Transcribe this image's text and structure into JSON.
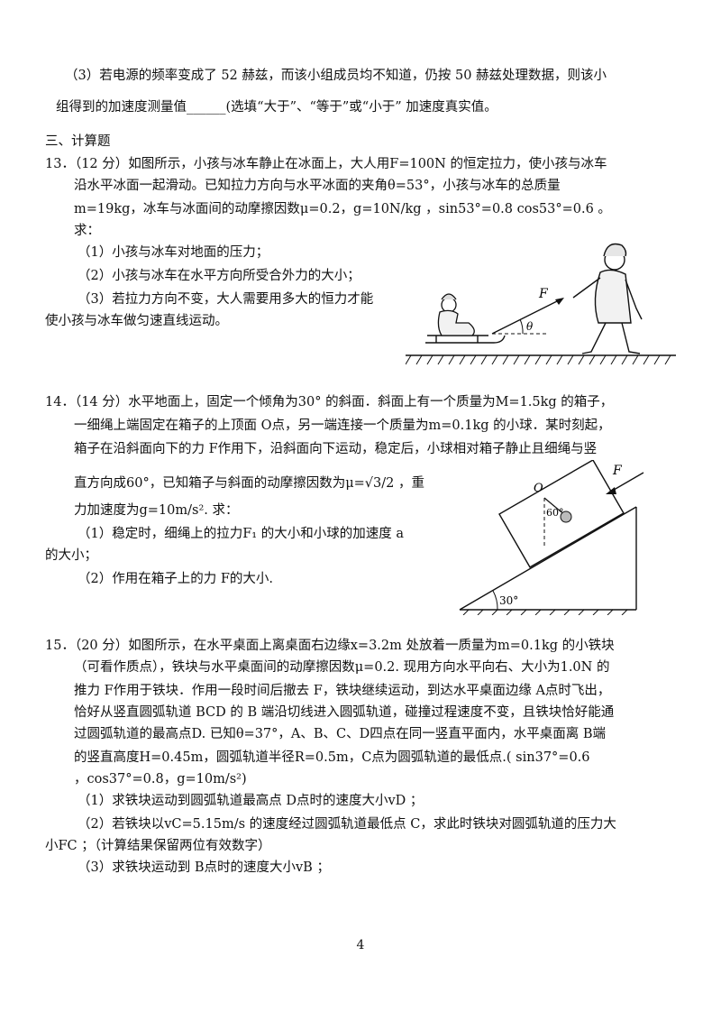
{
  "q12_3": {
    "l1": "（3）若电源的频率变成了 52 赫兹，而该小组成员均不知道，仍按 50 赫兹处理数据，则该小",
    "l2": "组得到的加速度测量值______(选填“大于”、“等于”或“小于”  加速度真实值。"
  },
  "section_title": "三、计算题",
  "q13": {
    "lines": [
      "13．（12 分）如图所示，小孩与冰车静止在冰面上，大人用F=100N 的恒定拉力，使小孩与冰车",
      "沿水平冰面一起滑动。已知拉力方向与水平冰面的夹角θ=53°，小孩与冰车的总质量",
      "m=19kg，冰车与冰面间的动摩擦因数μ=0.2，g=10N/kg ，sin53°=0.8  cos53°=0.6  。",
      "求：",
      "（1）小孩与冰车对地面的压力；",
      "（2）小孩与冰车在水平方向所受合外力的大小；",
      "（3）若拉力方向不变，大人需要用多大的恒力才能",
      "使小孩与冰车做匀速直线运动。"
    ],
    "figure": {
      "force_label": "F",
      "angle_label": "θ"
    }
  },
  "q14": {
    "lines": [
      "14．（14 分）水平地面上，固定一个倾角为30° 的斜面．斜面上有一个质量为M=1.5kg 的箱子，",
      "一细绳上端固定在箱子的上顶面 O点，另一端连接一个质量为m=0.1kg 的小球．某时刻起，",
      "箱子在沿斜面向下的力 F作用下，沿斜面向下运动，稳定后，小球相对箱子静止且细绳与竖",
      "直方向成60°，已知箱子与斜面的动摩擦因数为μ=√3/2 ，重",
      "力加速度为g=10m/s². 求：",
      "（1）稳定时，细绳上的拉力F₁ 的大小和小球的加速度 a",
      "的大小；",
      "（2）作用在箱子上的力 F的大小."
    ],
    "figure": {
      "o_label": "O",
      "force_label": "F",
      "rope_angle": "60°",
      "incline_angle": "30°"
    }
  },
  "q15": {
    "lines": [
      "15．（20 分）如图所示，在水平桌面上离桌面右边缘x=3.2m 处放着一质量为m=0.1kg 的小铁块",
      "（可看作质点），铁块与水平桌面间的动摩擦因数μ=0.2. 现用方向水平向右、大小为1.0N 的",
      "推力 F作用于铁块．作用一段时间后撤去 F，铁块继续运动，到达水平桌面边缘 A点时飞出，",
      "恰好从竖直圆弧轨道 BCD 的 B 端沿切线进入圆弧轨道，碰撞过程速度不变，且铁块恰好能通",
      "过圆弧轨道的最高点D. 已知θ=37°，A、B、C、D四点在同一竖直平面内，水平桌面离 B端",
      "的竖直高度H=0.45m，圆弧轨道半径R=0.5m，C点为圆弧轨道的最低点.(  sin37°=0.6",
      "，cos37°=0.8，g=10m/s²)",
      "（1）求铁块运动到圆弧轨道最高点 D点时的速度大小vD ；",
      "（2）若铁块以vC=5.15m/s 的速度经过圆弧轨道最低点 C，求此时铁块对圆弧轨道的压力大",
      "小FC ；（计算结果保留两位有效数字）",
      "（3）求铁块运动到 B点时的速度大小vB ；"
    ]
  },
  "page_number": "4"
}
